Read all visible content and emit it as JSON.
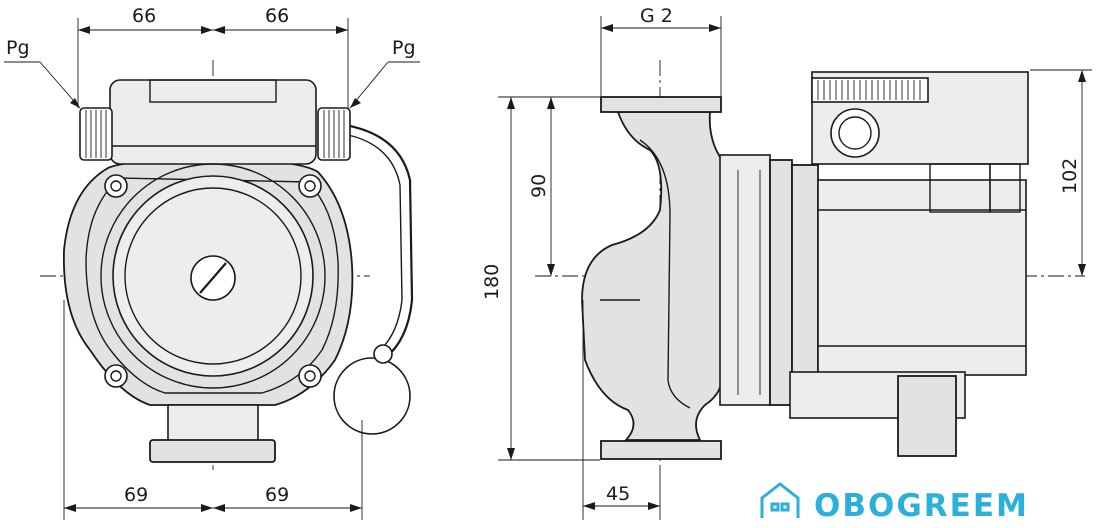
{
  "drawing": {
    "front_view": {
      "dims": {
        "top_left": "66",
        "top_right": "66",
        "bottom_left": "69",
        "bottom_right": "69"
      },
      "labels": {
        "pg_left": "Pg",
        "pg_right": "Pg"
      }
    },
    "side_view": {
      "dims": {
        "thread": "G 2",
        "height_total": "180",
        "height_center": "90",
        "height_motor": "102",
        "offset": "45"
      }
    }
  },
  "logo": {
    "text": "OBOGREEM",
    "color": "#2bb0dc"
  }
}
